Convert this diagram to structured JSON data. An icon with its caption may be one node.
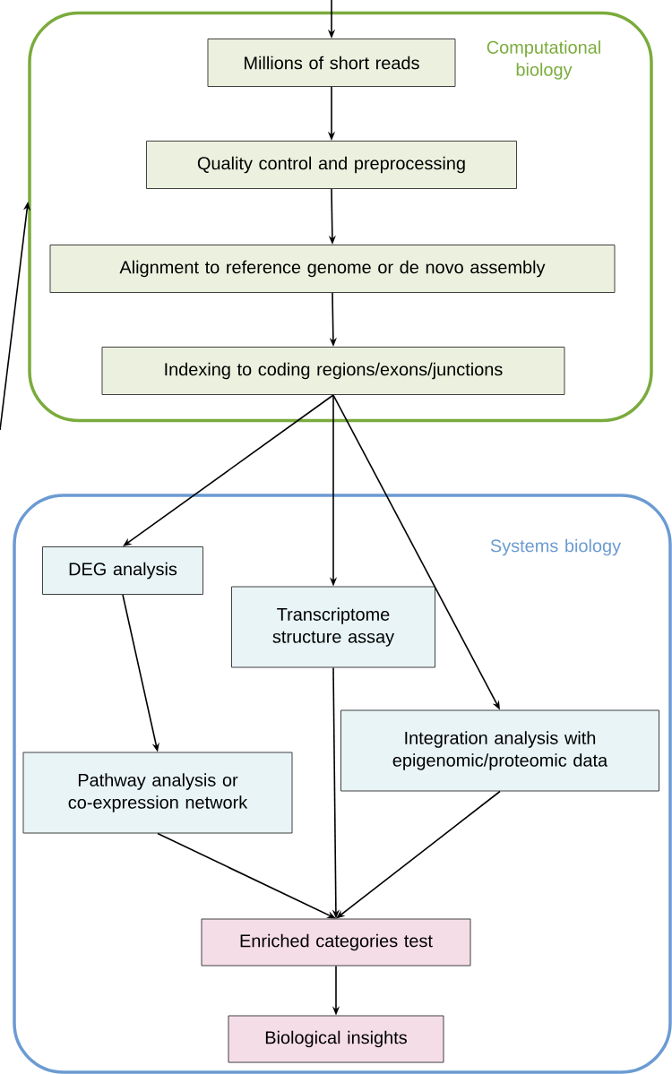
{
  "diagram": {
    "nodes": [
      {
        "text": [
          "Computational biology"
        ]
      },
      {
        "text": [
          "Millions of short reads"
        ],
        "in": 0
      },
      {
        "text": [
          "Quality control and preprocessing"
        ],
        "in": 0
      },
      {
        "text": [
          "Alignment to reference genome or de novo assembly"
        ],
        "in": 0
      },
      {
        "text": [
          "Indexing to coding regions/exons/junctions"
        ],
        "in": 0
      },
      {
        "text": [
          "Systems biology"
        ]
      },
      {
        "text": [
          "DEG analysis"
        ],
        "in": 5
      },
      {
        "text": [
          "Transcriptome structure assay"
        ],
        "in": 5
      },
      {
        "text": [
          "Integration analysis with epigenomic/proteomic data"
        ],
        "in": 5
      },
      {
        "text": [
          "Pathway analysis or co-expression network"
        ],
        "in": 5
      },
      {
        "text": [
          "Enriched categories test"
        ],
        "in": 5
      },
      {
        "text": [
          "Biological insights"
        ],
        "in": 5
      }
    ],
    "edges": [
      {
        "from": null,
        "to": 1,
        "arrow": "to"
      },
      {
        "from": 1,
        "to": 2,
        "arrow": "to"
      },
      {
        "from": 2,
        "to": 3,
        "arrow": "to"
      },
      {
        "from": 3,
        "to": 4,
        "arrow": "to"
      },
      {
        "from": 4,
        "to": 6,
        "arrow": "to"
      },
      {
        "from": 4,
        "to": 7,
        "arrow": "to"
      },
      {
        "from": 4,
        "to": 8,
        "arrow": "to"
      },
      {
        "from": 6,
        "to": 9,
        "arrow": "to"
      },
      {
        "from": 9,
        "to": 10,
        "arrow": "to"
      },
      {
        "from": 7,
        "to": 10,
        "arrow": "to"
      },
      {
        "from": 8,
        "to": 10,
        "arrow": "to"
      },
      {
        "from": 10,
        "to": 11,
        "arrow": "to"
      },
      {
        "from": null,
        "to": 0,
        "arrow": "to"
      }
    ]
  }
}
